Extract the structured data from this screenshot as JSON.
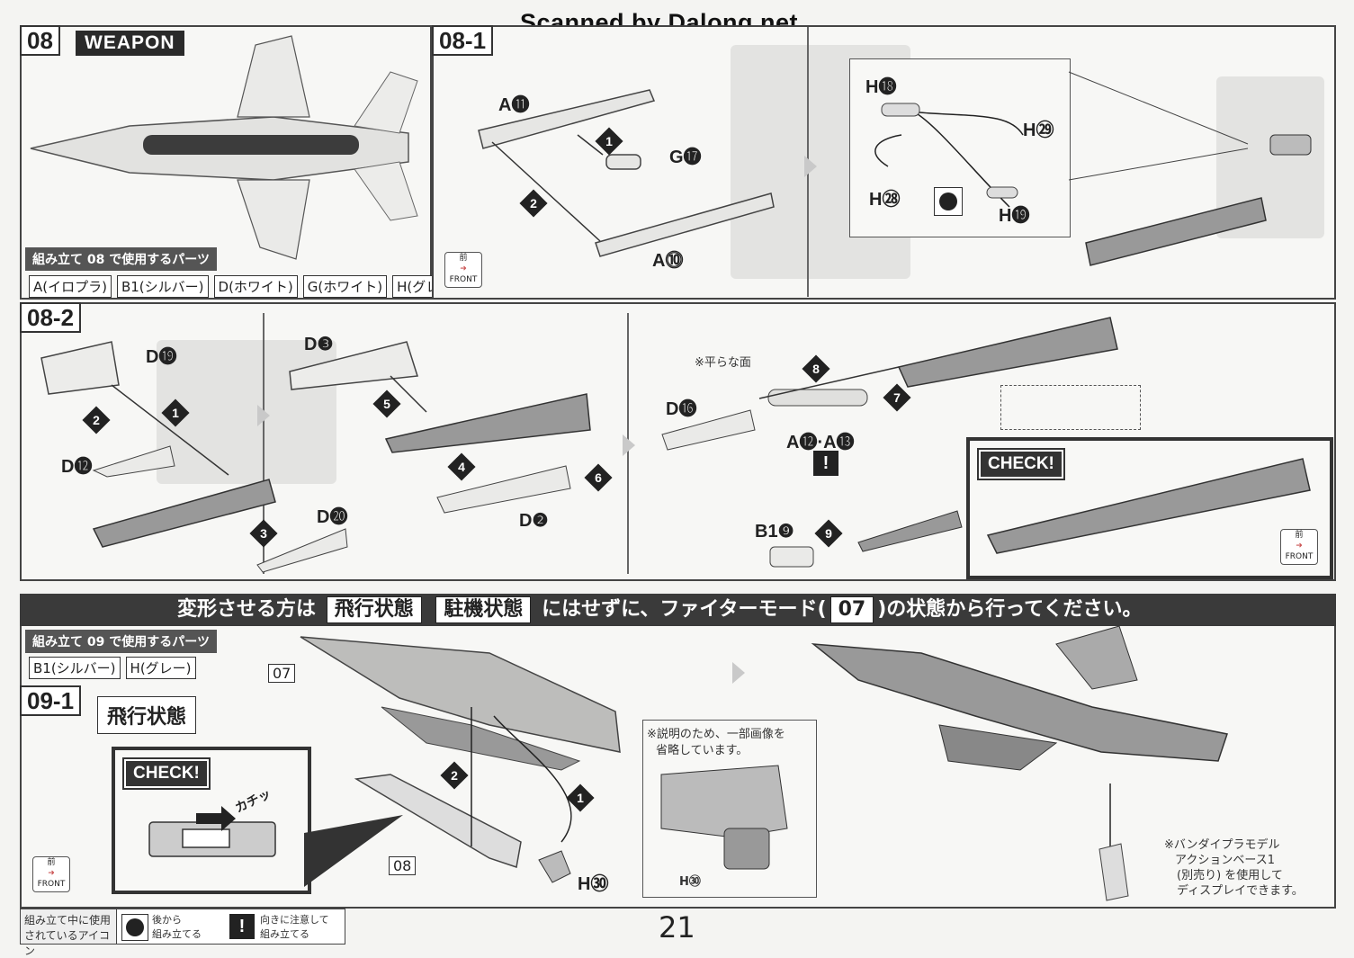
{
  "watermark": "Scanned by Dalong.net",
  "page_number": "21",
  "section_08": {
    "step": "08",
    "title": "WEAPON",
    "parts_header": "組み立て 08 で使用するパーツ",
    "parts": [
      "A(イロプラ)",
      "B1(シルバー)",
      "D(ホワイト)",
      "G(ホワイト)",
      "H(グレー)"
    ]
  },
  "section_08_1": {
    "step": "08-1",
    "labels": {
      "a11": "A⓫",
      "g17": "G⓱",
      "a10": "A⓾",
      "h18": "H⓲",
      "h29": "H㉙",
      "h28": "H㉘",
      "h19": "H⓳"
    },
    "step_numbers": [
      "1",
      "2"
    ],
    "front_top": "前",
    "front_bottom": "FRONT"
  },
  "section_08_2": {
    "step": "08-2",
    "labels": {
      "d19": "D⓳",
      "d12": "D⓬",
      "d20": "D⓴",
      "d3": "D❸",
      "d2": "D❷",
      "d16": "D⓰",
      "a12a13": "A⓬·A⓭",
      "b19": "B1❾"
    },
    "flat_face_note": "※平らな面",
    "step_numbers": [
      "1",
      "2",
      "3",
      "4",
      "5",
      "6",
      "7",
      "8",
      "9"
    ],
    "check": "CHECK!",
    "front_top": "前",
    "front_bottom": "FRONT"
  },
  "banner": {
    "part1": "変形させる方は",
    "box1": "飛行状態",
    "box2": "駐機状態",
    "part2": "にはせずに、ファイターモード(",
    "box3": "07",
    "part3": ")の状態から行ってください。"
  },
  "section_09": {
    "parts_header": "組み立て 09 で使用するパーツ",
    "parts": [
      "B1(シルバー)",
      "H(グレー)"
    ]
  },
  "section_09_1": {
    "step": "09-1",
    "state": "飛行状態",
    "check": "CHECK!",
    "click_sound": "カチッ",
    "ref_07": "07",
    "ref_08": "08",
    "h30_label": "H㉚",
    "h30_small": "H㉚",
    "step_numbers": [
      "1",
      "2"
    ],
    "omit_note_line1": "※説明のため、一部画像を",
    "omit_note_line2": "省略しています。",
    "stand_note_line1": "※バンダイプラモデル",
    "stand_note_line2": "アクションベース1",
    "stand_note_line3": "(別売り) を使用して",
    "stand_note_line4": "ディスプレイできます。",
    "front_top": "前",
    "front_bottom": "FRONT"
  },
  "legend": {
    "title_line1": "組み立て中に使用",
    "title_line2": "されているアイコン",
    "icon1_line1": "後から",
    "icon1_line2": "組み立てる",
    "icon2_line1": "向きに注意して",
    "icon2_line2": "組み立てる"
  }
}
